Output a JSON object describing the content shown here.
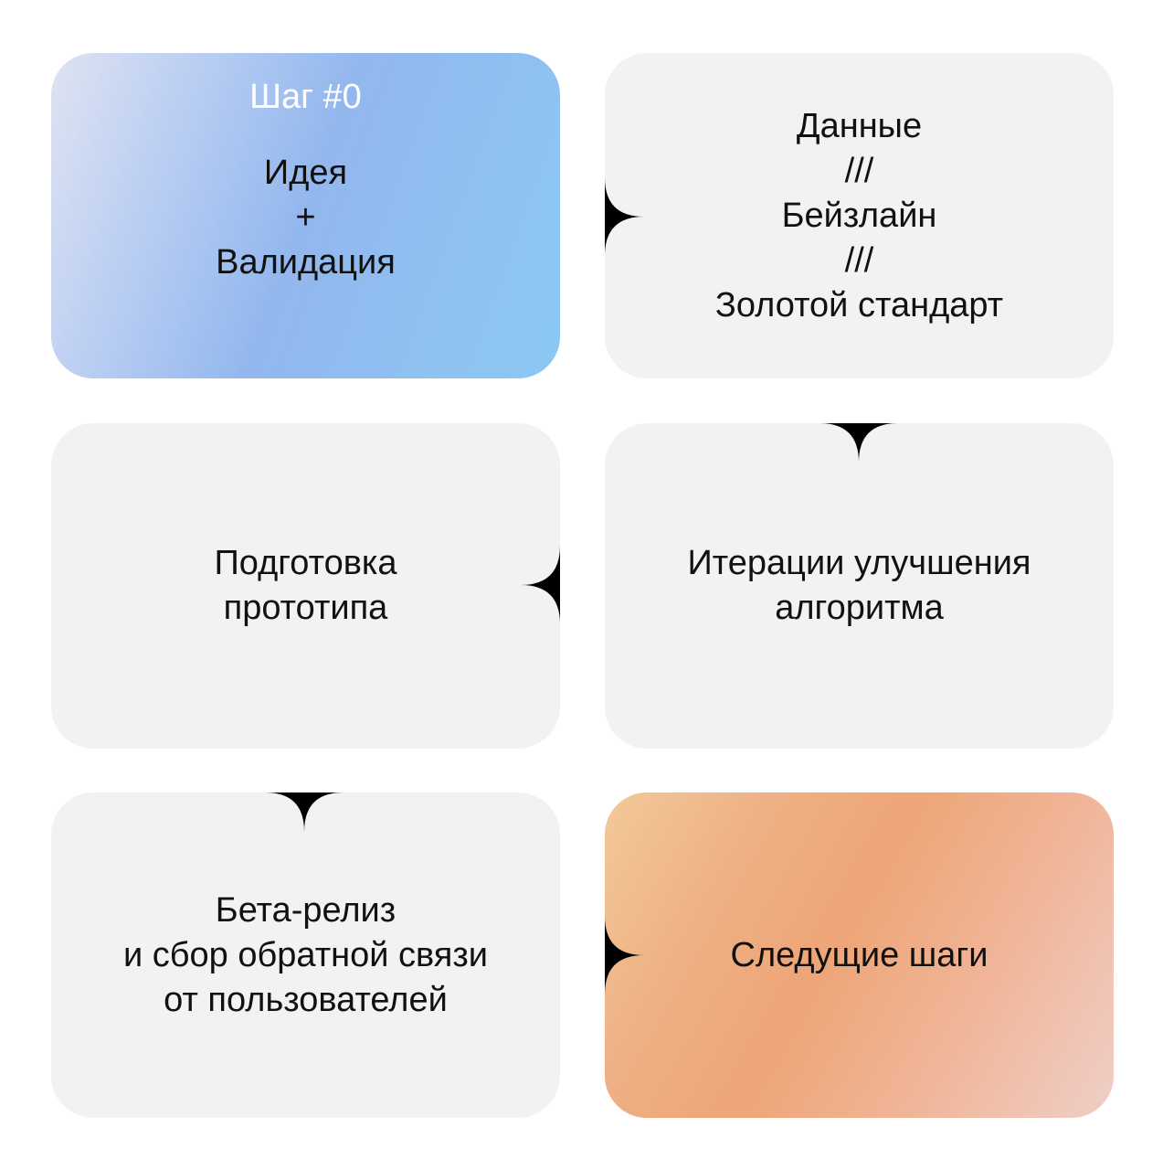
{
  "cards": [
    {
      "step": "Шаг #0",
      "lines": [
        "Идея",
        "+",
        "Валидация"
      ]
    },
    {
      "lines": [
        "Данные",
        "///",
        "Бейзлайн",
        "///",
        "Золотой стандарт"
      ]
    },
    {
      "lines": [
        "Подготовка",
        "прототипа"
      ]
    },
    {
      "lines": [
        "Итерации улучшения",
        "алгоритма"
      ]
    },
    {
      "lines": [
        "Бета-релиз",
        "и сбор обратной связи",
        "от пользователей"
      ]
    },
    {
      "lines": [
        "Следущие шаги"
      ]
    }
  ],
  "colors": {
    "card": "#f2f2f2",
    "connector": "#000000",
    "step_text": "#ffffff"
  }
}
